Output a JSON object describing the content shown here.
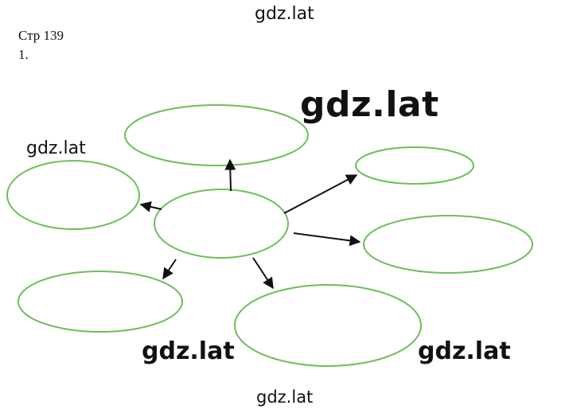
{
  "header": {
    "page_label": "Стр 139",
    "task_number": "1."
  },
  "watermarks": {
    "top": "gdz.lat",
    "left": "gdz.lat",
    "big": "gdz.lat",
    "bottom_left_bold": "gdz.lat",
    "bottom_right_bold": "gdz.lat",
    "bottom": "gdz.lat"
  },
  "diagram": {
    "center": "",
    "nodes": [
      "",
      "",
      "",
      "",
      "",
      ""
    ],
    "outline_color": "#6cbf5a",
    "arrow_color": "#111111"
  }
}
